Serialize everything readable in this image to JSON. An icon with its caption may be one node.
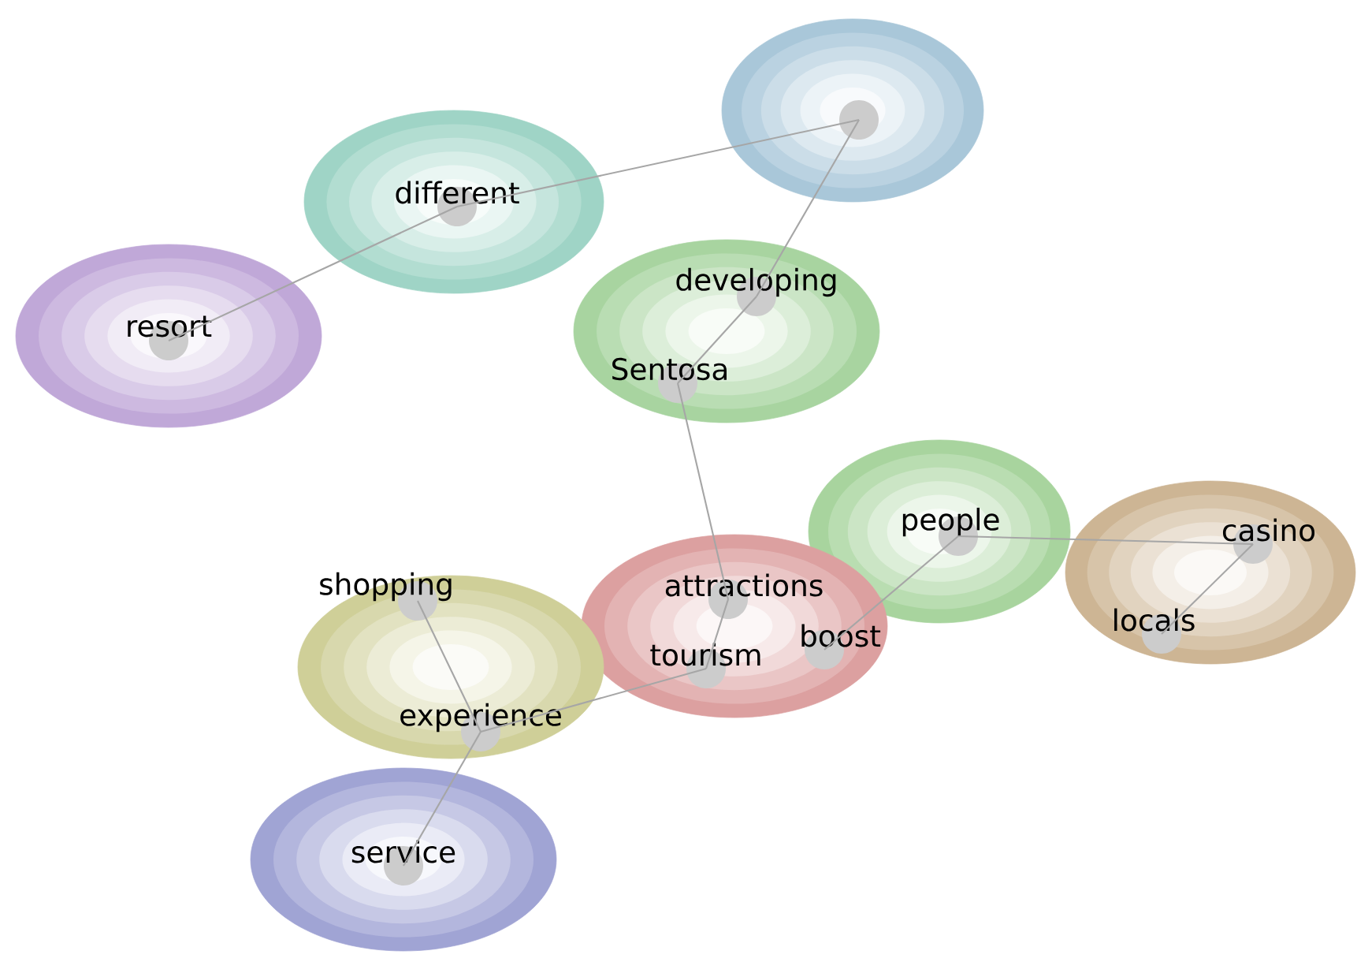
{
  "diagram": {
    "nodes": [
      {
        "text": [],
        "shape": "circle"
      },
      {
        "text": [],
        "shape": "circle",
        "in": 0
      },
      {
        "text": [],
        "shape": "circle"
      },
      {
        "text": [
          "different"
        ],
        "in": 2
      },
      {
        "text": [],
        "shape": "circle"
      },
      {
        "text": [
          "resort"
        ],
        "in": 4
      },
      {
        "text": [],
        "shape": "circle"
      },
      {
        "text": [
          "developing"
        ],
        "in": 6
      },
      {
        "text": [
          "Sentosa"
        ],
        "in": 6
      },
      {
        "text": [],
        "shape": "circle"
      },
      {
        "text": [
          "people"
        ],
        "in": 9
      },
      {
        "text": [],
        "shape": "circle"
      },
      {
        "text": [
          "casino"
        ],
        "in": 11
      },
      {
        "text": [
          "locals"
        ],
        "in": 11
      },
      {
        "text": [],
        "shape": "circle"
      },
      {
        "text": [
          "attractions"
        ],
        "in": 14
      },
      {
        "text": [
          "tourism"
        ],
        "in": 14
      },
      {
        "text": [
          "boost"
        ],
        "in": 14
      },
      {
        "text": [],
        "shape": "circle"
      },
      {
        "text": [
          "shopping"
        ],
        "in": 18
      },
      {
        "text": [
          "experience"
        ],
        "in": 18
      },
      {
        "text": [],
        "shape": "circle"
      },
      {
        "text": [
          "service"
        ],
        "in": 21
      }
    ],
    "edges": [
      {
        "from": 3,
        "to": 1,
        "arrow": "none"
      },
      {
        "from": 3,
        "to": 5,
        "arrow": "none"
      },
      {
        "from": 1,
        "to": 7,
        "arrow": "none"
      },
      {
        "from": 7,
        "to": 8,
        "arrow": "none"
      },
      {
        "from": 8,
        "to": 15,
        "arrow": "none"
      },
      {
        "from": 15,
        "to": 16,
        "arrow": "none"
      },
      {
        "from": 16,
        "to": 20,
        "arrow": "none"
      },
      {
        "from": 17,
        "to": 10,
        "arrow": "none"
      },
      {
        "from": 10,
        "to": 12,
        "arrow": "none"
      },
      {
        "from": 12,
        "to": 13,
        "arrow": "none"
      },
      {
        "from": 19,
        "to": 20,
        "arrow": "none"
      },
      {
        "from": 20,
        "to": 22,
        "arrow": "none"
      }
    ]
  }
}
